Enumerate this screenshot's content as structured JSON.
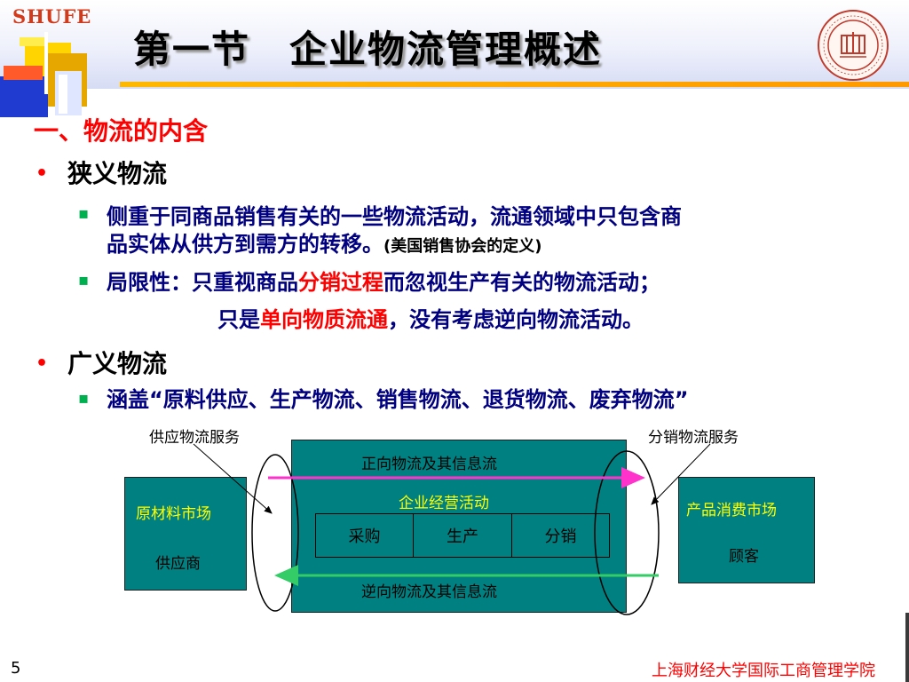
{
  "header": {
    "logo_text": "SHUFE",
    "title": "第一节　企业物流管理概述"
  },
  "section": {
    "heading": "一、物流的内含",
    "narrow": {
      "bullet": "•",
      "title": "狭义物流",
      "item1_line1": "侧重于同商品销售有关的一些物流活动，流通领域中只包含商",
      "item1_line2": "品实体从供方到需方的转移。",
      "item1_note": "(美国销售协会的定义)",
      "item2_prefix": "局限性：只重视商品",
      "item2_highlight": "分销过程",
      "item2_suffix": "而忽视生产有关的物流活动；",
      "item3_prefix": "只是",
      "item3_highlight": "单向物质流通",
      "item3_suffix": "，没有考虑逆向物流活动。"
    },
    "broad": {
      "bullet": "•",
      "title": "广义物流",
      "item1": "涵盖“原料供应、生产物流、销售物流、退货物流、废弃物流”"
    },
    "square_marker": "▪"
  },
  "diagram": {
    "supply_service": "供应物流服务",
    "distribution_service": "分销物流服务",
    "forward_flow": "正向物流及其信息流",
    "enterprise_activity": "企业经营活动",
    "reverse_flow": "逆向物流及其信息流",
    "left_box_title": "原材料市场",
    "left_box_sub": "供应商",
    "right_box_title": "产品消费市场",
    "right_box_sub": "顾客",
    "cells": [
      "采购",
      "生产",
      "分销"
    ],
    "colors": {
      "teal": "#008080",
      "forward_arrow": "#ff33cc",
      "reverse_arrow": "#33cc66",
      "yellow_text": "#ffff00"
    }
  },
  "footer": {
    "page_number": "5",
    "org": "上海财经大学国际工商管理学院"
  }
}
